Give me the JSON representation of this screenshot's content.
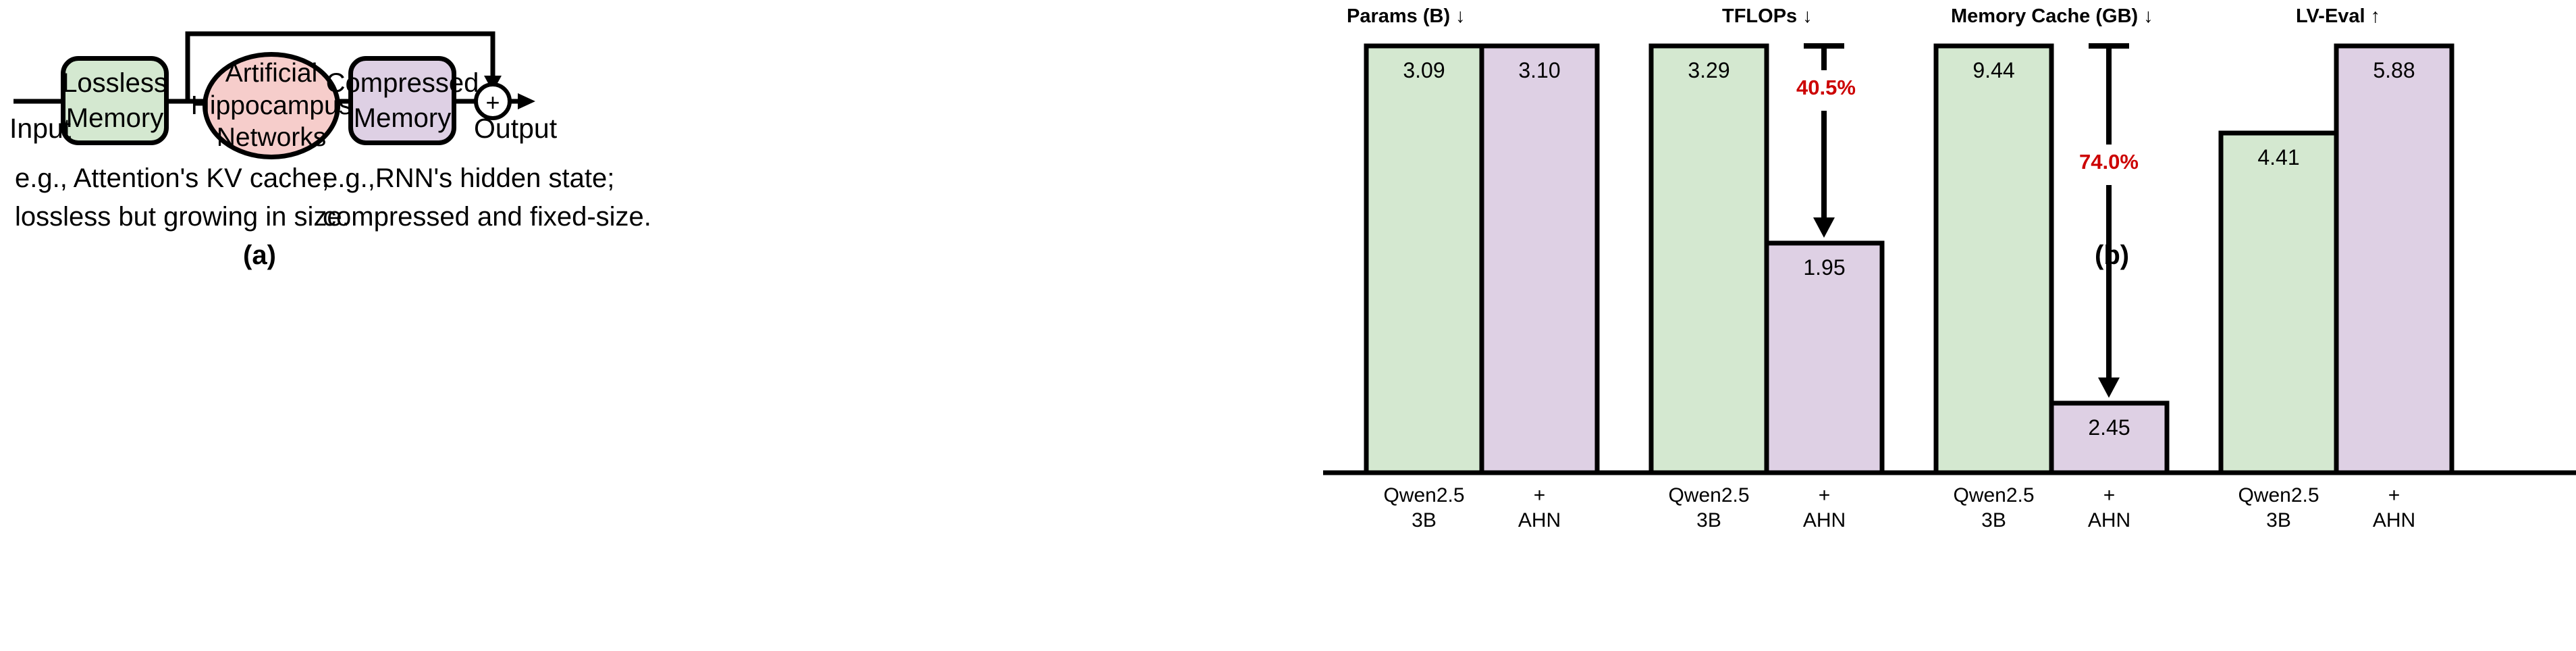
{
  "figure": {
    "panel_a_caption": "(a)",
    "panel_b_caption": "(b)"
  },
  "diagram": {
    "input_label": "Input",
    "output_label": "Output",
    "add_symbol": "+",
    "nodes": [
      {
        "id": "lossless-memory",
        "line1": "Lossless",
        "line2": "Memory",
        "color": "#D4E8D0"
      },
      {
        "id": "ahn",
        "line1": "Artificial",
        "line2": "Hippocampus",
        "line3": "Networks",
        "color": "#F6CDCB"
      },
      {
        "id": "compressed-memory",
        "line1": "Compressed",
        "line2": "Memory",
        "color": "#DED0E4"
      }
    ],
    "caption_left": "e.g., Attention's KV cache;\nlossless but growing in size.",
    "caption_right": "e.g.,RNN's hidden state;\ncompressed and fixed-size."
  },
  "chart_data": {
    "type": "bar",
    "title": "",
    "xlabel": "",
    "ylabel": "",
    "grid": false,
    "legend_position": "none",
    "categories": [
      "Qwen2.5\n3B",
      "+\nAHN"
    ],
    "groups": [
      {
        "title": "Params (B) ↓",
        "direction": "lower-is-better",
        "values": [
          3.09,
          3.1
        ],
        "labels": [
          "3.09",
          "3.10"
        ],
        "annotation": null
      },
      {
        "title": "TFLOPs ↓",
        "direction": "lower-is-better",
        "values": [
          3.29,
          1.95
        ],
        "labels": [
          "3.29",
          "1.95"
        ],
        "annotation": "40.5%"
      },
      {
        "title": "Memory Cache (GB) ↓",
        "direction": "lower-is-better",
        "values": [
          9.44,
          2.45
        ],
        "labels": [
          "9.44",
          "2.45"
        ],
        "annotation": "74.0%"
      },
      {
        "title": "LV-Eval ↑",
        "direction": "higher-is-better",
        "values": [
          4.41,
          5.88
        ],
        "labels": [
          "4.41",
          "5.88"
        ],
        "annotation": null
      }
    ],
    "series": [
      {
        "name": "Qwen2.5 3B",
        "color": "#D4E8D0",
        "values": [
          3.09,
          3.29,
          9.44,
          4.41
        ]
      },
      {
        "name": "+ AHN",
        "color": "#DED0E4",
        "values": [
          3.1,
          1.95,
          2.45,
          5.88
        ]
      }
    ],
    "annotation_color": "#CC0000",
    "tick_labels": [
      {
        "line1": "Qwen2.5",
        "line2": "3B"
      },
      {
        "line1": "+",
        "line2": "AHN"
      }
    ]
  }
}
